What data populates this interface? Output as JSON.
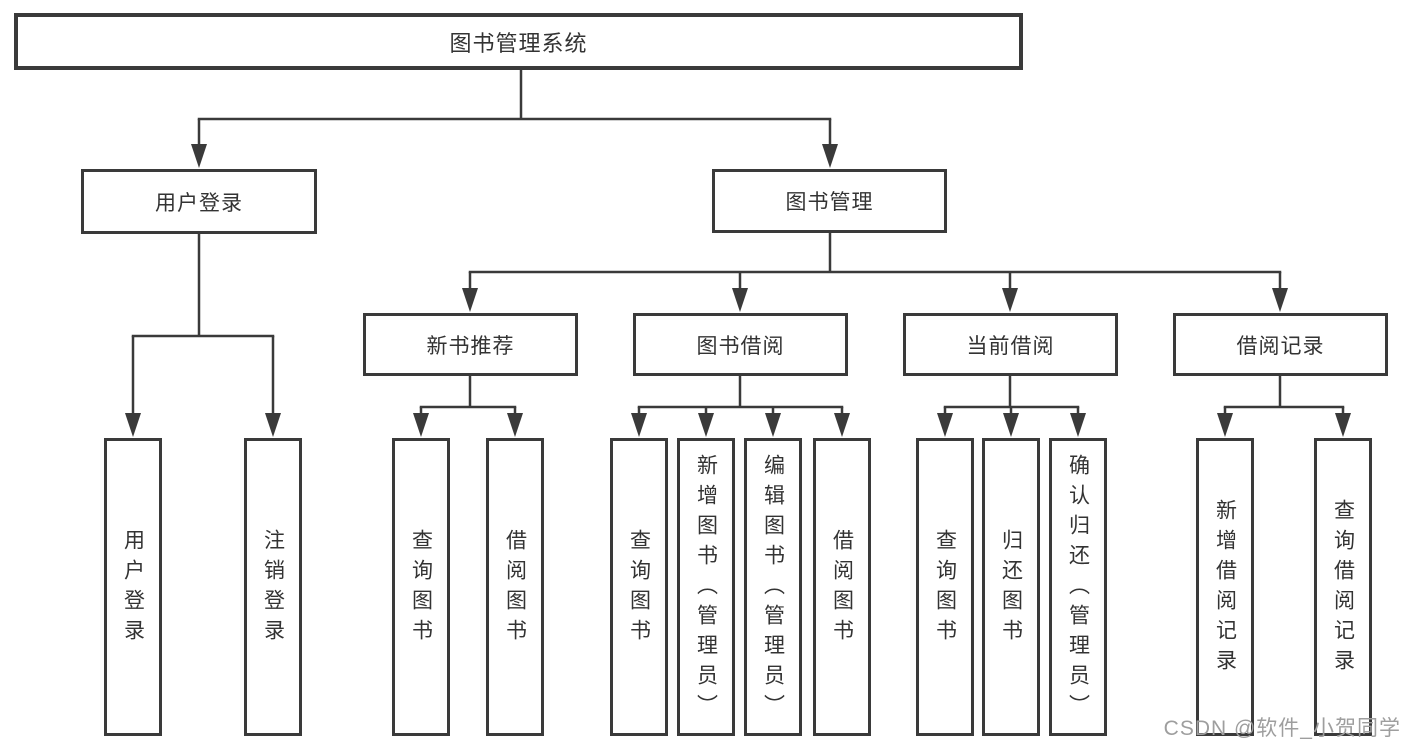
{
  "diagram": {
    "root": {
      "label": "图书管理系统"
    },
    "branches": [
      {
        "label": "用户登录",
        "children": [
          {
            "label": "用户登录"
          },
          {
            "label": "注销登录"
          }
        ]
      },
      {
        "label": "图书管理",
        "children": [
          {
            "label": "新书推荐",
            "children": [
              {
                "label": "查询图书"
              },
              {
                "label": "借阅图书"
              }
            ]
          },
          {
            "label": "图书借阅",
            "children": [
              {
                "label": "查询图书"
              },
              {
                "label": "新增图书（管理员）"
              },
              {
                "label": "编辑图书（管理员）"
              },
              {
                "label": "借阅图书"
              }
            ]
          },
          {
            "label": "当前借阅",
            "children": [
              {
                "label": "查询图书"
              },
              {
                "label": "归还图书"
              },
              {
                "label": "确认归还（管理员）"
              }
            ]
          },
          {
            "label": "借阅记录",
            "children": [
              {
                "label": "新增借阅记录"
              },
              {
                "label": "查询借阅记录"
              }
            ]
          }
        ]
      }
    ]
  },
  "watermark": {
    "text": "CSDN @软件_小贺同学"
  },
  "colors": {
    "line": "#3a3a3a",
    "text": "#333333",
    "box_background": "#ffffff",
    "watermark": "#9e9e9e"
  }
}
